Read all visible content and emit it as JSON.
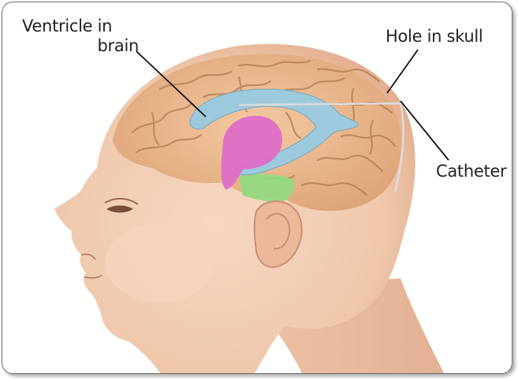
{
  "labels": {
    "ventricle_line1": "Ventricle in",
    "ventricle_line2": "brain",
    "hole": "Hole in skull",
    "catheter": "Catheter"
  },
  "colors": {
    "skin": "#f1cbb0",
    "skin_shadow": "#d9a98a",
    "brain": "#e9b98f",
    "brain_folds": "#b7835c",
    "ventricle": "#9cc9dc",
    "thalamus": "#de6ec7",
    "brainstem": "#8fdb7e",
    "lines": "#111111"
  }
}
